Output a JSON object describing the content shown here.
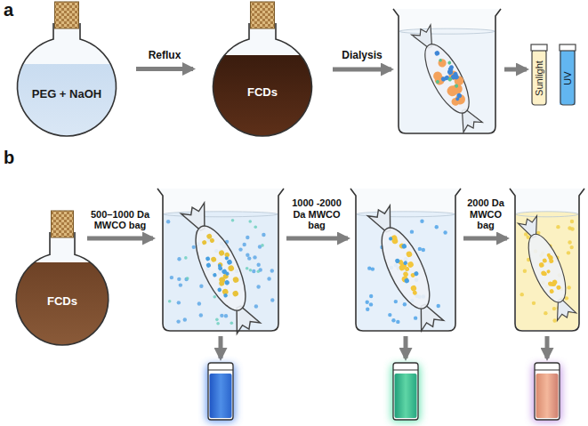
{
  "diagram": {
    "nodes": [
      {
        "text": [
          "PEG + NaOH"
        ]
      },
      {
        "text": [
          "FCDs"
        ]
      },
      {
        "text": [
          "Sunlight"
        ]
      },
      {
        "text": [
          "UV"
        ]
      },
      {
        "text": [
          "FCDs"
        ]
      }
    ],
    "edges": [
      {
        "from": 0,
        "to": 1,
        "arrow": "to",
        "label": "Reflux"
      }
    ],
    "labels": [
      "a",
      "b",
      "Dialysis",
      "500–1000 Da MWCO bag",
      "1000 -2000 Da MWCO bag",
      "2000 Da MWCO bag"
    ]
  }
}
